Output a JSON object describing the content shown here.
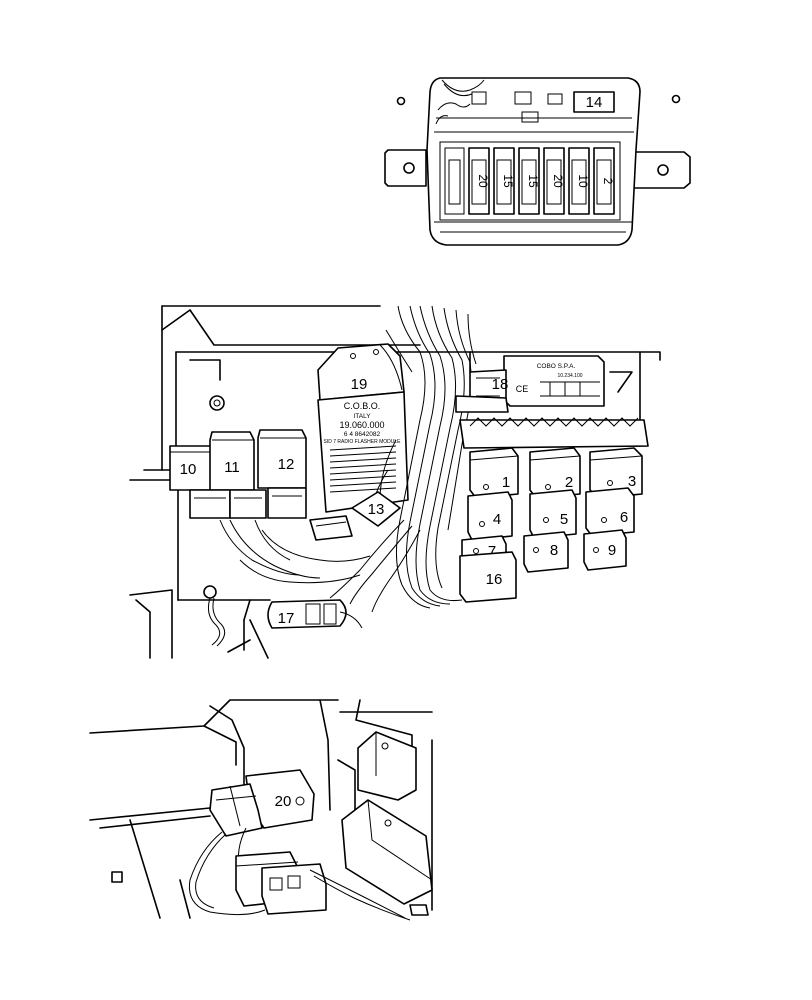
{
  "fuse_box": {
    "callout": "14",
    "fuse_ratings": [
      "20",
      "15",
      "15",
      "20",
      "10",
      "2"
    ]
  },
  "relay_panel": {
    "callouts": [
      "1",
      "2",
      "3",
      "4",
      "5",
      "6",
      "7",
      "8",
      "9",
      "10",
      "11",
      "12",
      "13",
      "16",
      "17",
      "18",
      "19"
    ],
    "module_19": {
      "brand": "C.O.B.O.",
      "country": "ITALY",
      "part_no": "19.060.000",
      "line": "6 4 8642082",
      "title": "SID 7 RADIO FLASHER MODULE"
    },
    "module_18": {
      "brand": "COBO S.P.A.",
      "mark": "CE",
      "part_no": "10.234.100"
    }
  },
  "bottom_view": {
    "callout": "20"
  }
}
